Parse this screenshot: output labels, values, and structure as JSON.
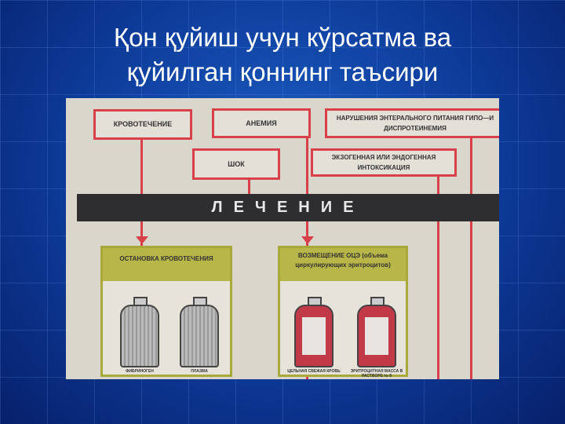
{
  "slide": {
    "title_line1": "Қон қуйиш учун кўрсатма ва",
    "title_line2": "қуйилган қоннинг таъсири"
  },
  "photo": {
    "boxes": {
      "bleeding": "КРОВОТЕЧЕНИЕ",
      "anemia": "АНЕМИЯ",
      "nutrition": "НАРУШЕНИЯ ЭНТЕРАЛЬНОГО ПИТАНИЯ ГИПО—И ДИСПРОТЕИНЕМИЯ",
      "shock": "ШОК",
      "intoxication": "ЭКЗОГЕННАЯ ИЛИ ЭНДОГЕННАЯ ИНТОКСИКАЦИЯ"
    },
    "treatment": "ЛЕЧЕНИЕ",
    "left_panel": {
      "title": "ОСТАНОВКА КРОВОТЕЧЕНИЯ",
      "bottles": [
        "ФИБРИНОГЕН",
        "ПЛАЗМА"
      ]
    },
    "right_panel": {
      "title": "ВОЗМЕЩЕНИЕ ОЦЭ (объема циркулирующих эритроцитов)",
      "bottles": [
        "ЦЕЛЬНАЯ СВЕЖАЯ КРОВЬ",
        "ЭРИТРОЦИТНАЯ МАССА В РАСТВОРЕ № 8"
      ]
    }
  }
}
